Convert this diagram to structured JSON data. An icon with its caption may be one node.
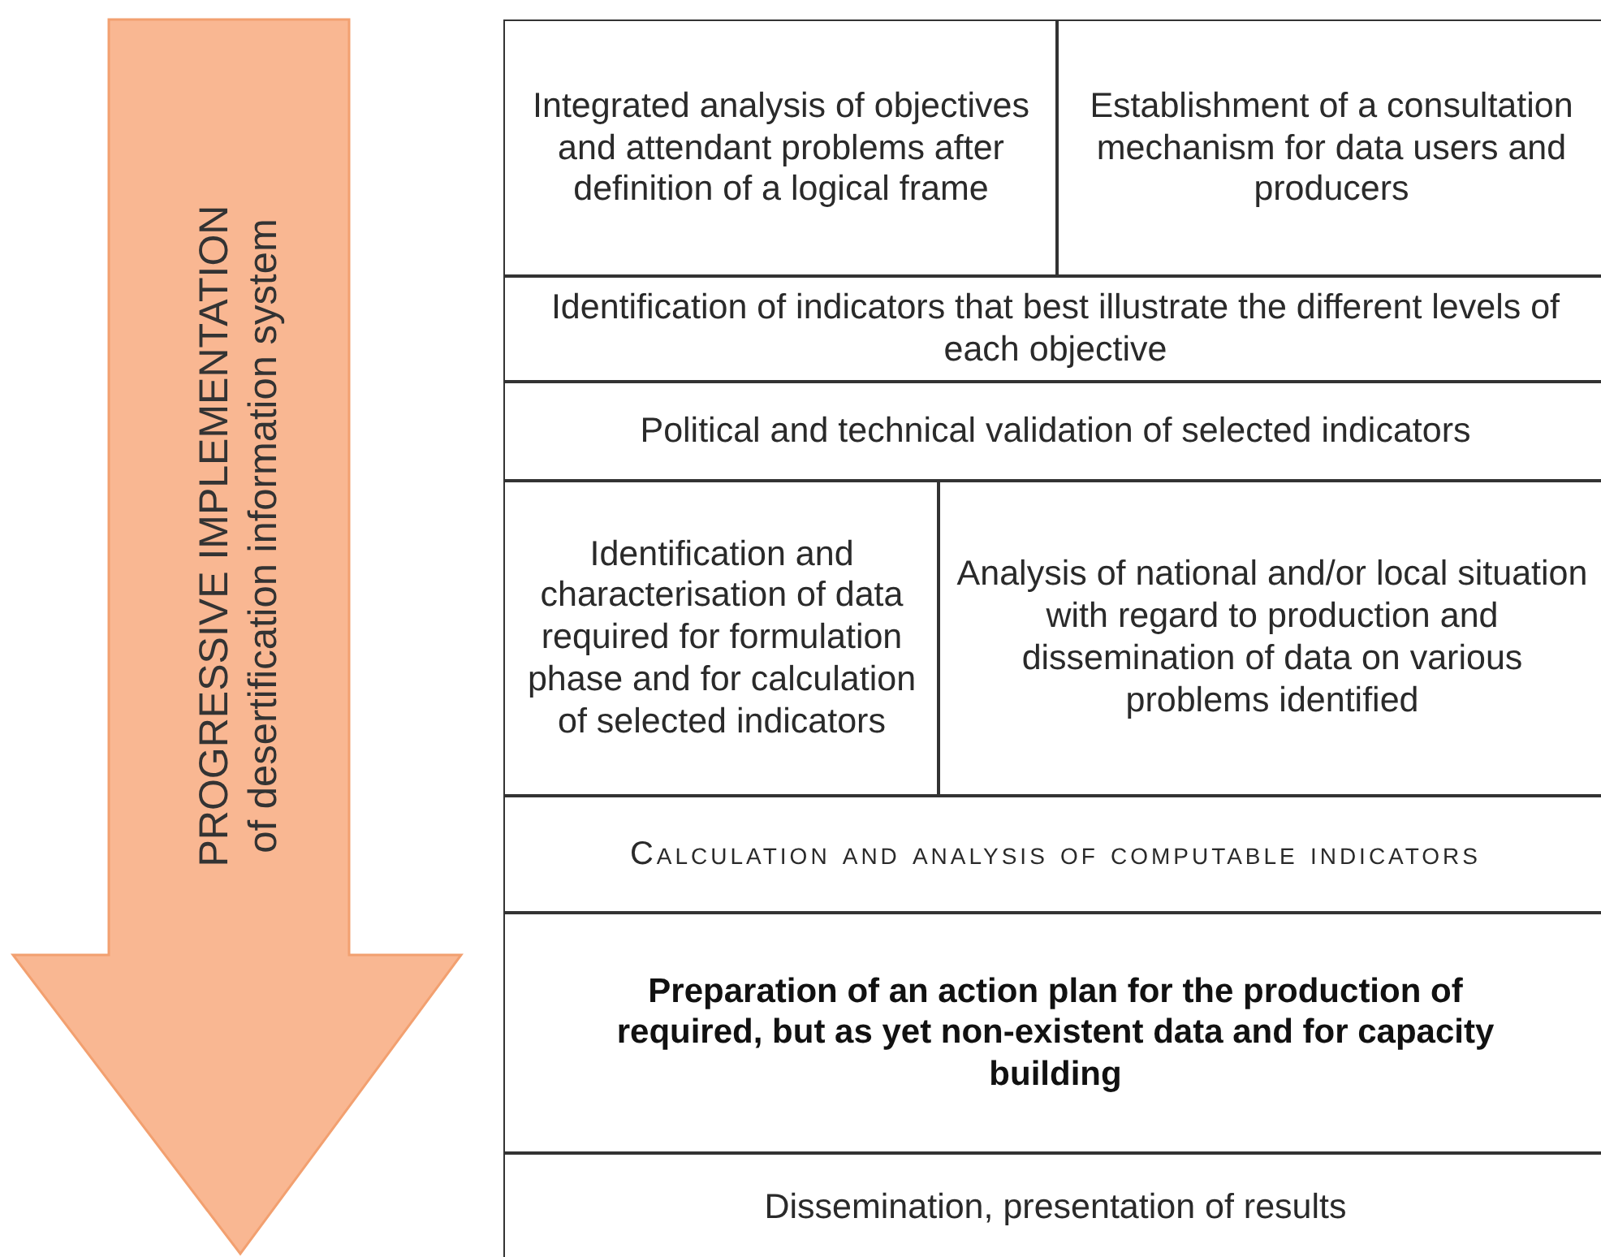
{
  "diagram": {
    "nodes": [
      {
        "text": [
          "PROGRESSIVE IMPLEMENTATION",
          "of desertification information system"
        ]
      },
      {
        "text": [
          "Integrated analysis of objectives and attendant problems after definition of a logical frame"
        ]
      },
      {
        "text": [
          "Establishment of a consultation mechanism for data users and producers"
        ]
      },
      {
        "text": [
          "Identification of indicators that best illustrate the different levels of each objective"
        ]
      },
      {
        "text": [
          "Political and technical validation of selected indicators"
        ]
      },
      {
        "text": [
          "Identification and characterisation of data required for formulation phase and for calculation of selected indicators"
        ]
      },
      {
        "text": [
          "Analysis of national and/or local situation with regard to production and dissemination of data on various problems identified"
        ]
      },
      {
        "text": [
          "Calculation and analysis of computable indicators"
        ]
      },
      {
        "text": [
          "Preparation of an action plan for the production of required, but as yet non-existent data and for capacity building"
        ]
      },
      {
        "text": [
          "Dissemination, presentation of results"
        ]
      }
    ]
  }
}
